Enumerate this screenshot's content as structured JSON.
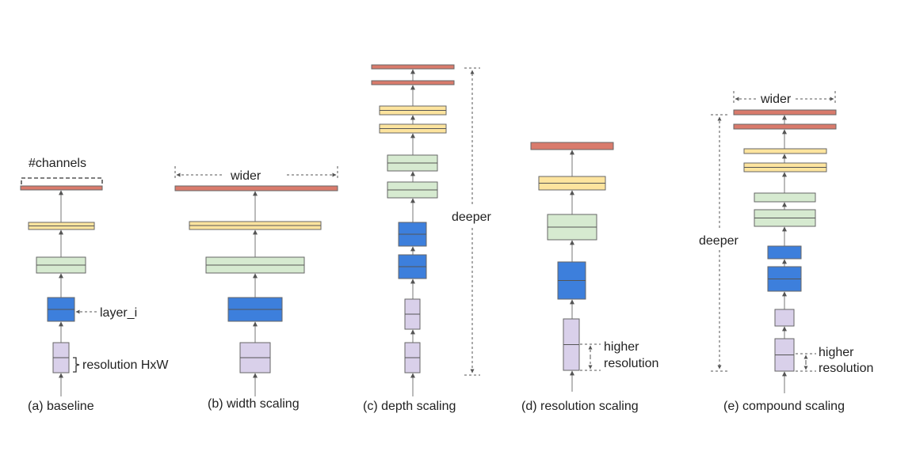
{
  "colors": {
    "red": "#d97b6c",
    "yellow": "#fde49e",
    "green": "#d6ead0",
    "blue": "#3d7fdc",
    "purple": "#d9d0ea",
    "outline": "#666666"
  },
  "annotations": {
    "channels": "#channels",
    "layer_i": "layer_i",
    "resolution": "resolution HxW",
    "wider_b": "wider",
    "deeper_c": "deeper",
    "higher_d_line1": "higher",
    "higher_d_line2": "resolution",
    "wider_e": "wider",
    "deeper_e": "deeper",
    "higher_e_line1": "higher",
    "higher_e_line2": "resolution"
  },
  "captions": {
    "a": "(a) baseline",
    "b": "(b) width scaling",
    "c": "(c) depth scaling",
    "d": "(d) resolution scaling",
    "e": "(e) compound scaling"
  }
}
